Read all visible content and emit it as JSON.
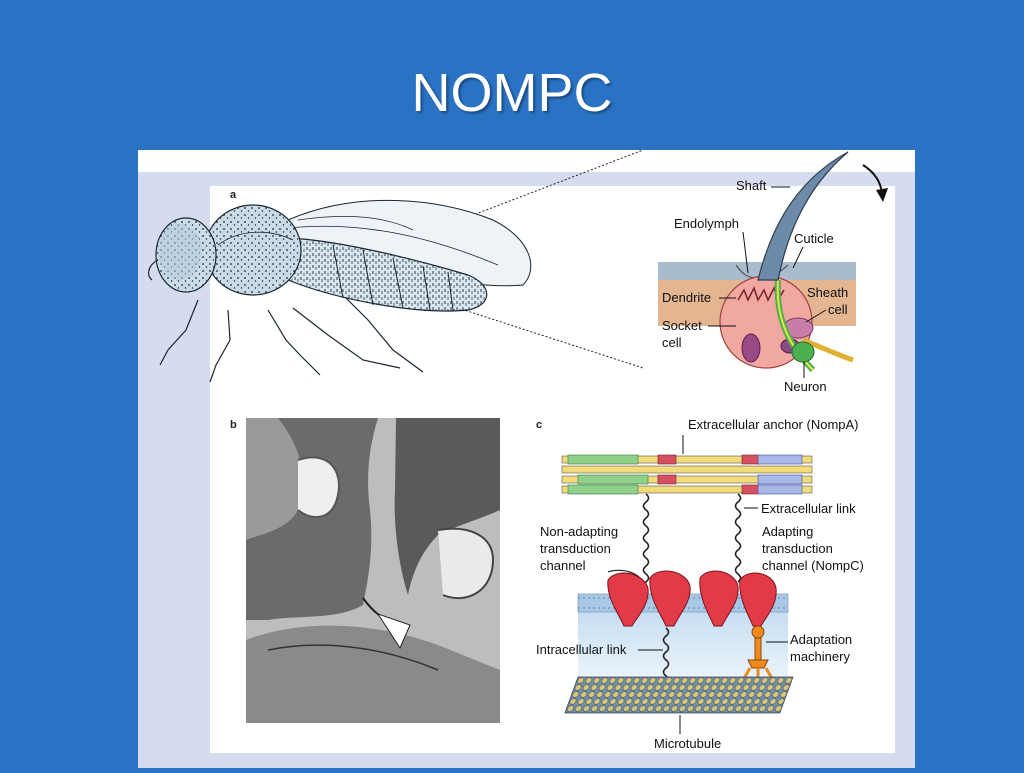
{
  "slide": {
    "title": "NOMPC"
  },
  "colors": {
    "background": "#2a72c4",
    "panel_tint": "#d5dcef",
    "channel_red": "#e23a46",
    "membrane_blue": "#b8d6ef",
    "adaptation_orange": "#f08a1e",
    "tissue": "#f2c7a0"
  },
  "figure": {
    "panel_a": {
      "letter": "a",
      "labels": {
        "shaft": "Shaft",
        "endolymph": "Endolymph",
        "cuticle": "Cuticle",
        "dendrite": "Dendrite",
        "sheath_cell": [
          "Sheath",
          "cell"
        ],
        "socket_cell": [
          "Socket",
          "cell"
        ],
        "neuron": "Neuron"
      }
    },
    "panel_b": {
      "letter": "b"
    },
    "panel_c": {
      "letter": "c",
      "labels": {
        "extracellular_anchor": "Extracellular anchor (NompA)",
        "extracellular_link": "Extracellular link",
        "non_adapting": [
          "Non-adapting",
          "transduction",
          "channel"
        ],
        "adapting": [
          "Adapting",
          "transduction",
          "channel (NompC)"
        ],
        "intracellular_link": "Intracellular link",
        "adaptation_machinery": [
          "Adaptation",
          "machinery"
        ],
        "microtubule": "Microtubule"
      }
    }
  }
}
